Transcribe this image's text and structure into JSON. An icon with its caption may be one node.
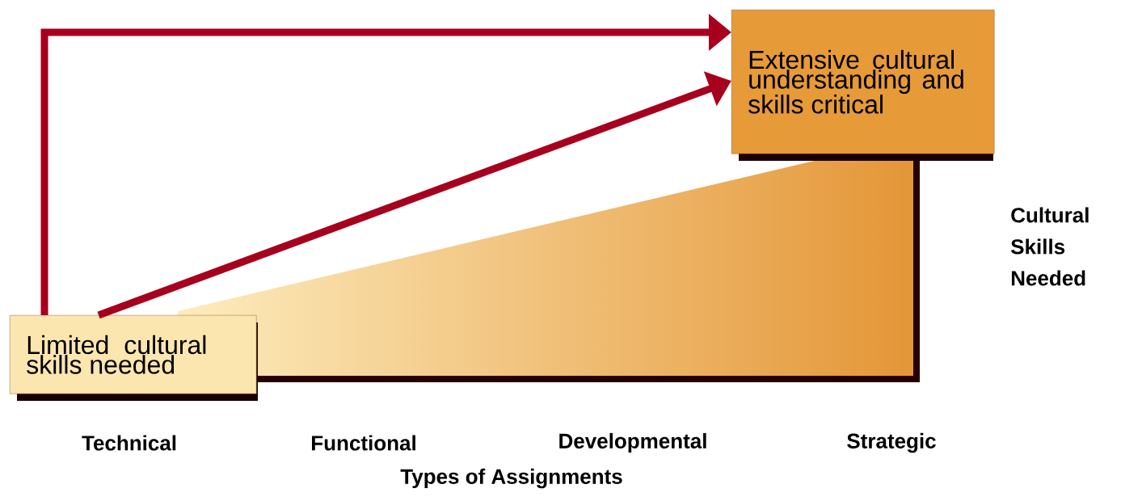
{
  "diagram": {
    "nodes": [
      {
        "text": [
          "Limited cultural skills needed"
        ]
      },
      {
        "text": [
          "Extensive cultural understanding and skills critical"
        ]
      }
    ],
    "edges": [
      {
        "from": 0,
        "to": 1,
        "arrow": "to"
      },
      {
        "from": 0,
        "to": 1,
        "arrow": "to"
      }
    ],
    "labels": [
      "Cultural Skills Needed",
      "Technical",
      "Functional",
      "Developmental",
      "Strategic",
      "Types of Assignments"
    ]
  }
}
